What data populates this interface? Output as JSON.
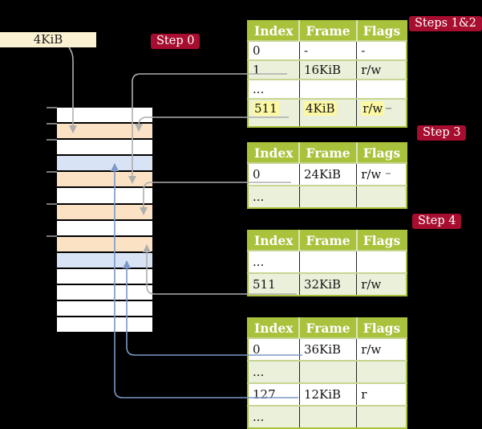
{
  "colors": {
    "badge_red": "#a60d2e",
    "table_header_green": "#a9c23c",
    "row_shade_green": "#eaf0d9",
    "highlight_yellow": "#fcf8a3",
    "page_table_frame_peach": "#fce2c5",
    "mapped_frame_blue": "#d8e4f5",
    "label_cream": "#fbf2d3",
    "arrow_gray": "#aeaeae",
    "arrow_blue": "#7b98c6"
  },
  "frame_label": "4KiB",
  "badges": {
    "step0": "Step 0",
    "steps12": "Steps 1&2",
    "step3": "Step 3",
    "step4": "Step 4"
  },
  "memory": {
    "rows": [
      {
        "kind": "empty"
      },
      {
        "kind": "page-table-frame"
      },
      {
        "kind": "empty"
      },
      {
        "kind": "mapped-frame"
      },
      {
        "kind": "page-table-frame"
      },
      {
        "kind": "empty"
      },
      {
        "kind": "page-table-frame"
      },
      {
        "kind": "empty"
      },
      {
        "kind": "page-table-frame"
      },
      {
        "kind": "mapped-frame"
      },
      {
        "kind": "empty"
      },
      {
        "kind": "empty"
      },
      {
        "kind": "empty"
      },
      {
        "kind": "empty"
      }
    ]
  },
  "tables": {
    "t1": {
      "headers": {
        "index": "Index",
        "frame": "Frame",
        "flags": "Flags"
      },
      "rows": [
        {
          "index": "0",
          "frame": "-",
          "flags": "-"
        },
        {
          "index": "1",
          "frame": "16KiB",
          "flags": "r/w"
        },
        {
          "index": "...",
          "frame": "",
          "flags": ""
        },
        {
          "index": "511",
          "frame": "4KiB",
          "flags": "r/w"
        }
      ]
    },
    "t2": {
      "headers": {
        "index": "Index",
        "frame": "Frame",
        "flags": "Flags"
      },
      "rows": [
        {
          "index": "0",
          "frame": "24KiB",
          "flags": "r/w"
        },
        {
          "index": "...",
          "frame": "",
          "flags": ""
        }
      ]
    },
    "t3": {
      "headers": {
        "index": "Index",
        "frame": "Frame",
        "flags": "Flags"
      },
      "rows": [
        {
          "index": "...",
          "frame": "",
          "flags": ""
        },
        {
          "index": "511",
          "frame": "32KiB",
          "flags": "r/w"
        }
      ]
    },
    "t4": {
      "headers": {
        "index": "Index",
        "frame": "Frame",
        "flags": "Flags"
      },
      "rows": [
        {
          "index": "0",
          "frame": "36KiB",
          "flags": "r/w"
        },
        {
          "index": "...",
          "frame": "",
          "flags": ""
        },
        {
          "index": "127",
          "frame": "12KiB",
          "flags": "r"
        },
        {
          "index": "...",
          "frame": "",
          "flags": ""
        }
      ]
    }
  }
}
